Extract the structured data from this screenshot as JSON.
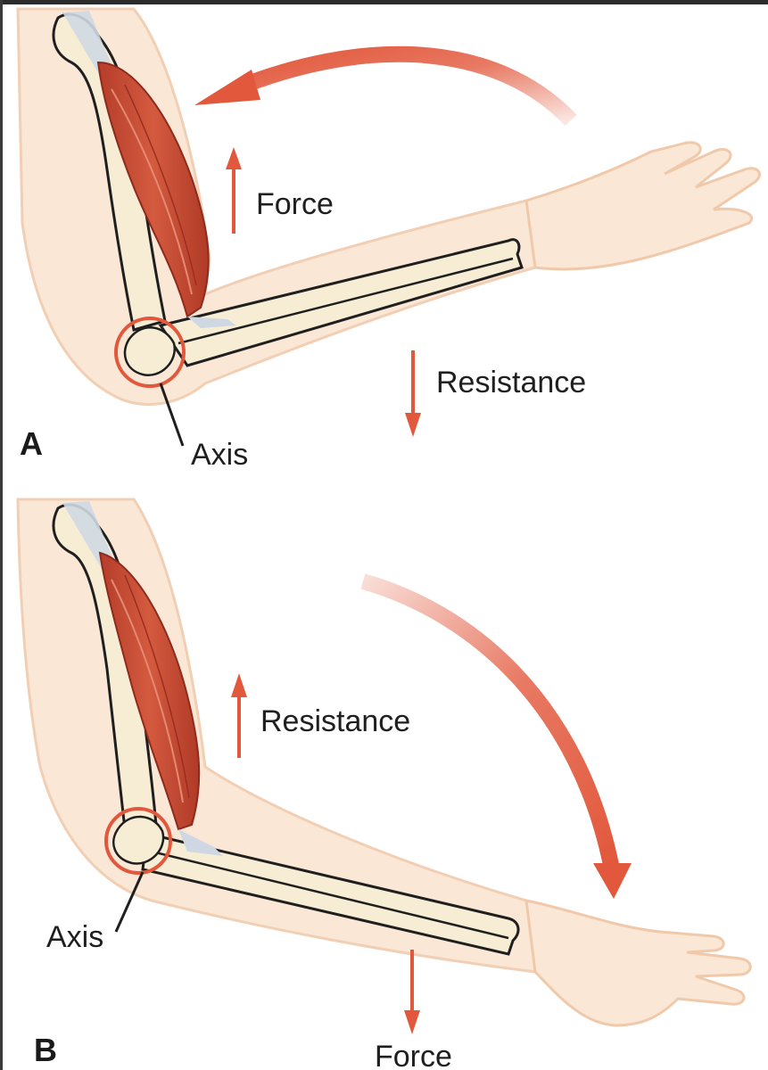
{
  "colors": {
    "skin": "#fbe7d6",
    "skin_edge": "#f3cfb4",
    "bone": "#f7edd4",
    "muscle": "#c64a33",
    "arrow": "#e2583c",
    "tendon": "#cfd8e2"
  },
  "panels": [
    {
      "letter": "A",
      "force_label": "Force",
      "resistance_label": "Resistance",
      "axis_label": "Axis"
    },
    {
      "letter": "B",
      "force_label": "Force",
      "resistance_label": "Resistance",
      "axis_label": "Axis"
    }
  ]
}
